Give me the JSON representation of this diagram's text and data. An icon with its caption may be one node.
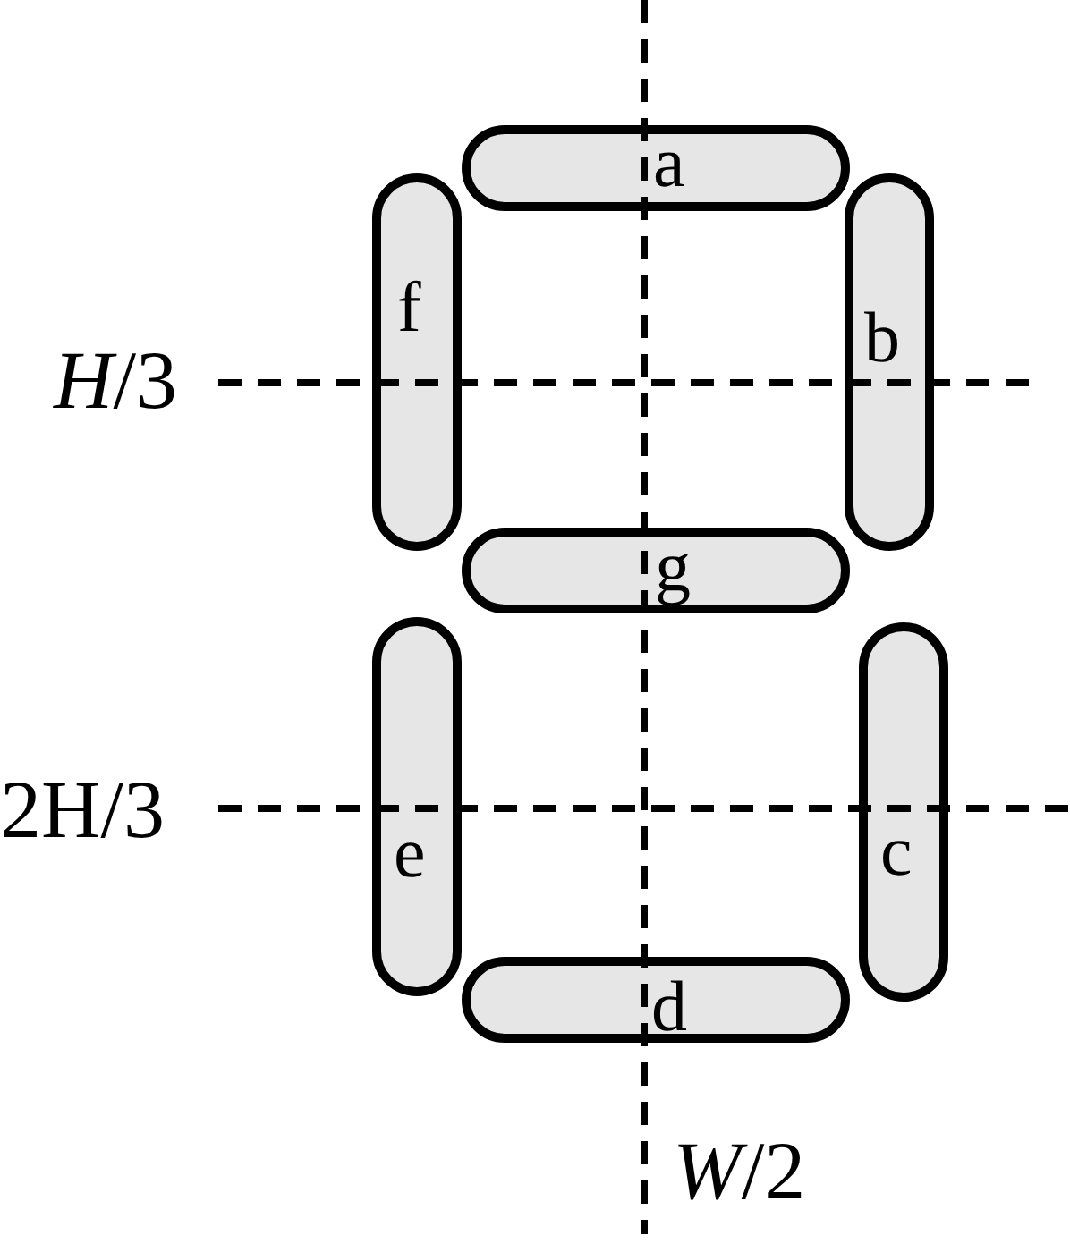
{
  "diagram": {
    "nodes": [
      {
        "text": [
          "a"
        ]
      },
      {
        "text": [
          "f"
        ]
      },
      {
        "text": [
          "b"
        ]
      },
      {
        "text": [
          "g"
        ]
      },
      {
        "text": [
          "e"
        ]
      },
      {
        "text": [
          "c"
        ]
      },
      {
        "text": [
          "d"
        ]
      }
    ],
    "labels": [
      "*H*/3",
      "2H/3",
      "*W*/2"
    ]
  }
}
